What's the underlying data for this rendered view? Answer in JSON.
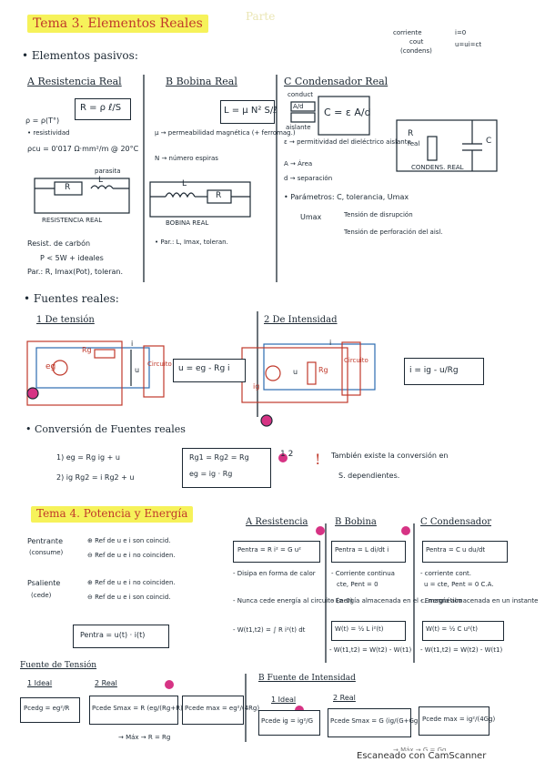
{
  "tema3": {
    "title": "Tema 3. Elementos Reales",
    "faded_title": "Parte",
    "corriente_note": {
      "line1": "corriente",
      "line2": "cout",
      "line3": "(condens)",
      "r1": "i=0",
      "r2": "u=ui=ct"
    },
    "pasivos_header": "• Elementos pasivos:",
    "resistencia": {
      "title": "A Resistencia Real",
      "formula": "R = ρ ℓ/S",
      "rho": "ρ = ρ(T°)",
      "resistividad": "• resistividad",
      "value": "ρcu = 0'017 Ω·mm²/m @ 20°C",
      "parasita": "parasita",
      "R": "R",
      "L": "L",
      "circuit_label": "RESISTENCIA REAL",
      "notes": [
        "Resist. de carbón",
        "P < 5W + ideales",
        "Par.: R, Imax(Pot), toleran."
      ]
    },
    "bobina": {
      "title": "B Bobina Real",
      "formula": "L = μ N² S/ℓ",
      "notes": [
        "μ → permeabilidad magnética (+ ferromag.)",
        "N → número espiras"
      ],
      "L": "L",
      "R": "R",
      "circuit_label": "BOBINA REAL",
      "params": "• Par.: L, Imax, toleran."
    },
    "condensador": {
      "title": "C Condensador Real",
      "formula": "C = ε A/d",
      "plate_label": "A/d",
      "cond_label": "conduct",
      "aislante": "aislante",
      "notes": [
        "ε → permitividad del dieléctrico aislante",
        "A → Área",
        "d → separación"
      ],
      "R": "R",
      "Rreal": "real",
      "C": "C",
      "circuit_label": "CONDENS. REAL",
      "params": "• Parámetros: C, tolerancia, Umax",
      "umax": "Umax",
      "umax_1": "Tensión de disrupción",
      "umax_2": "Tensión de perforación del aisl."
    },
    "fuentes_header": "• Fuentes reales:",
    "tension": {
      "title": "1 De tensión",
      "formula": "u = eg - Rg i",
      "eg": "eg",
      "Rg": "Rg",
      "i": "i",
      "u": "u",
      "circuito": "Circuito"
    },
    "intensidad": {
      "title": "2 De Intensidad",
      "formula": "i = ig - u/Rg",
      "ig": "ig",
      "Rg": "Rg",
      "i": "i",
      "u": "u",
      "circuito": "Circuito"
    },
    "conversion": {
      "header": "• Conversión de Fuentes reales",
      "eq1": "1) eg = Rg ig + u",
      "eq2": "2) ig Rg2 = i Rg2 + u",
      "box1": "Rg1 = Rg2 = Rg",
      "box2": "eg = ig · Rg",
      "circles": "1 2",
      "note1": "También existe la conversión en",
      "note2": "S. dependientes."
    }
  },
  "tema4": {
    "title": "Tema 4. Potencia y Energía",
    "entrante": {
      "label": "Pentrante",
      "sub": "(consume)",
      "l1": "⊕ Ref de u e i son coincid.",
      "l2": "⊖ Ref de u e i no coinciden."
    },
    "saliente": {
      "label": "Psaliente",
      "sub": "(cede)",
      "l1": "⊕ Ref de u e i no coinciden.",
      "l2": "⊖ Ref de u e i son coincid."
    },
    "pentra_box": "Pentra = u(t) · i(t)",
    "res": {
      "title": "A Resistencia",
      "box": "Pentra = R i² = G u²",
      "n1": "- Disipa en forma de calor",
      "n2": "- Nunca cede energía al circuito (≥ 0)",
      "n3": "- W(t1,t2) = ∫ R i²(t) dt"
    },
    "bob": {
      "title": "B Bobina",
      "box": "Pentra = L di/dt i",
      "n1": "- Corriente continua",
      "n2": "cte, Pent = 0",
      "n3": "- Energía almacenada en el c. magnético",
      "wbox": "W(t) = ½ L i²(t)",
      "w": "- W(t1,t2) = W(t2) - W(t1)"
    },
    "cap": {
      "title": "C Condensador",
      "box": "Pentra = C u du/dt",
      "n1": "- corriente cont.",
      "n2": "u = cte, Pent = 0 C.A.",
      "n3": "- Energía almacenada en un instante",
      "wbox": "W(t) = ½ C u²(t)",
      "w": "- W(t1,t2) = W(t2) - W(t1)"
    },
    "ft": {
      "title": "Fuente de Tensión",
      "ideal": "1 Ideal",
      "real": "2 Real",
      "f1": "Pcedg = eg²/R",
      "f2": "Pcede Smax = R (eg/(Rg+R))²",
      "f3": "Pcede max = eg²/(4Rg)",
      "max": "→ Máx → R = Rg"
    },
    "fi": {
      "title": "B Fuente de Intensidad",
      "ideal": "1 Ideal",
      "real": "2 Real",
      "f1": "Pcede ig = ig²/G",
      "f2": "Pcede Smax = G (ig/(G+Gg))²",
      "f3": "Pcede max = ig²/(4Gg)",
      "max": "→ Máx → G = Gg"
    }
  },
  "watermark": "Escaneado con CamScanner"
}
